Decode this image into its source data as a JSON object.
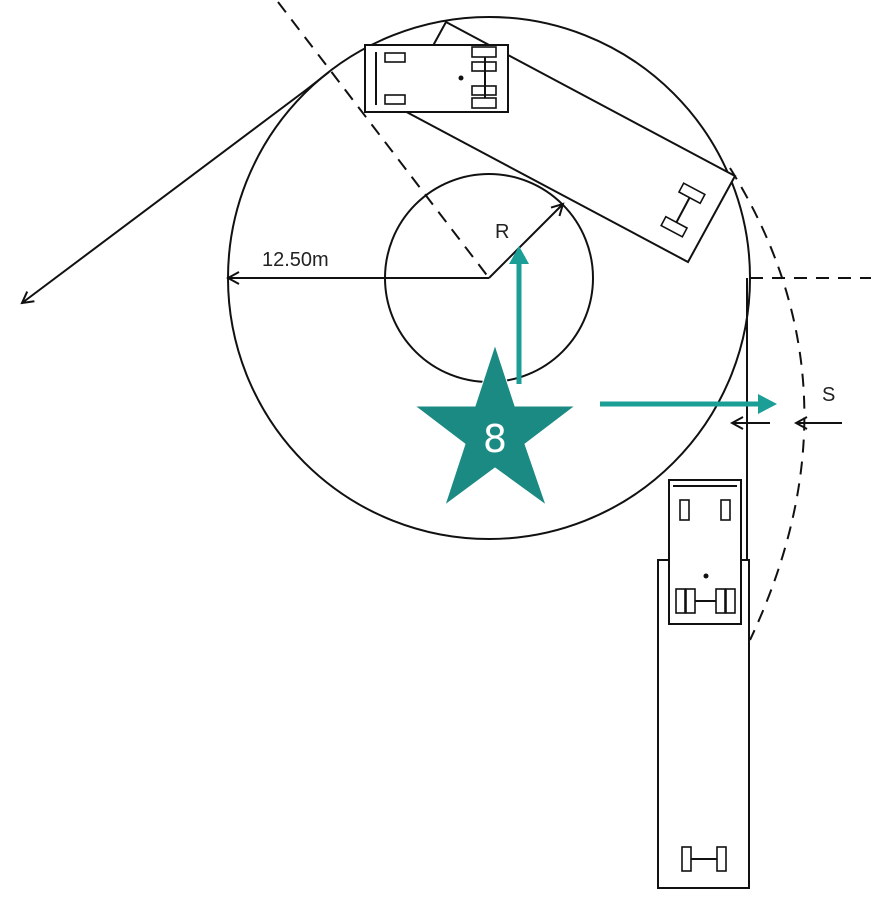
{
  "labels": {
    "radius_outer": "12.50m",
    "radius_inner": "R",
    "clearance": "S"
  },
  "marker": {
    "number": "8"
  },
  "colors": {
    "line": "#111111",
    "marker": "#1a8a82",
    "arrow": "#1a9e96",
    "background": "#ffffff"
  },
  "icons": [
    "star-marker-icon",
    "arrow-up-icon",
    "arrow-right-icon",
    "truck-icon",
    "trailer-icon",
    "wheel-axle-icon"
  ]
}
